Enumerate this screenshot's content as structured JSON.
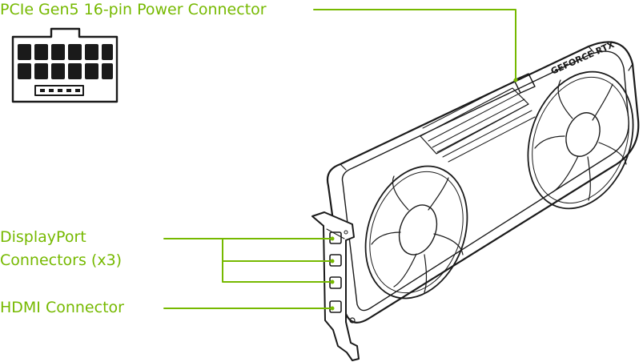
{
  "labels": {
    "power_connector": "PCIe Gen5 16-pin Power Connector",
    "displayport_line1": "DisplayPort",
    "displayport_line2": "Connectors (x3)",
    "hdmi_connector": "HDMI Connector"
  },
  "card": {
    "brand_text": "GEFORCE RTX"
  },
  "colors": {
    "callout": "#76b900",
    "outline": "#1a1a1a",
    "background": "#ffffff"
  },
  "icons": {
    "power_connector_pinout": "16-pin-connector-icon"
  }
}
